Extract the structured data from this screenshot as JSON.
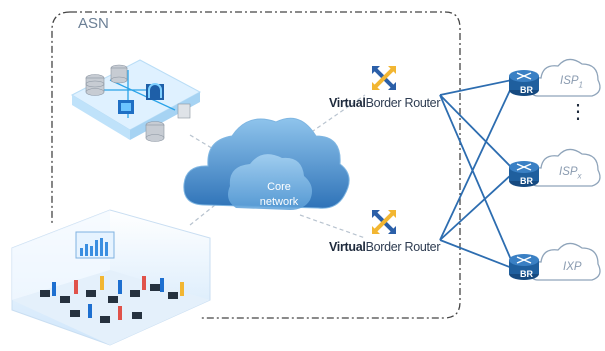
{
  "asn_label": "ASN",
  "core_network": {
    "line1": "Core",
    "line2": "network"
  },
  "virtual_border_routers": [
    {
      "label_bold": "Virtual",
      "label_rest": "Border Router"
    },
    {
      "label_bold": "Virtual",
      "label_rest": "Border Router"
    }
  ],
  "border_routers": [
    {
      "label": "BR"
    },
    {
      "label": "BR"
    },
    {
      "label": "BR"
    }
  ],
  "peers": [
    {
      "name": "ISP",
      "subscript": "1"
    },
    {
      "name": "ISP",
      "subscript": "x"
    },
    {
      "name": "IXP",
      "subscript": ""
    }
  ],
  "ellipsis": "⋮",
  "colors": {
    "router_blue": "#1f5f9e",
    "cloud_blue": "#3d86c8",
    "line_blue": "#2d6db0",
    "dashed_border": "#444444"
  },
  "icons": [
    "datacenter-icon",
    "office-icon",
    "cloud-icon",
    "router-icon",
    "virtual-router-icon"
  ]
}
